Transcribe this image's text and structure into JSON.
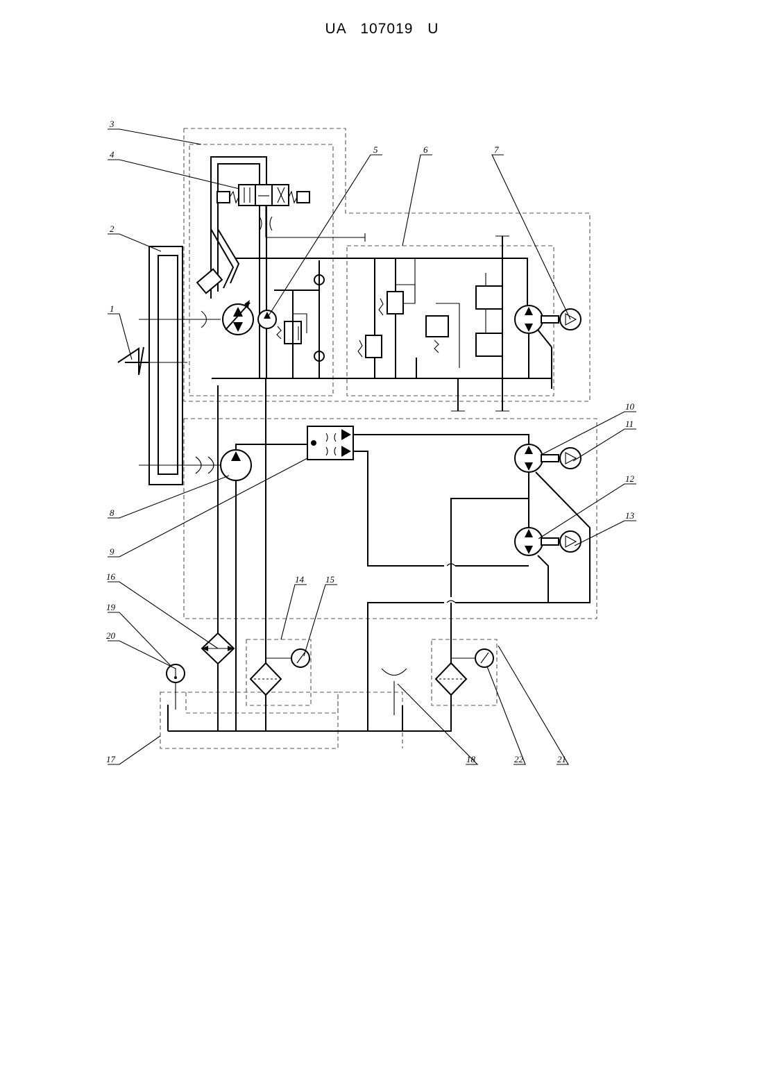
{
  "header": {
    "document_number": "UA   107019   U"
  },
  "callouts": [
    {
      "id": "1",
      "text": "1"
    },
    {
      "id": "2",
      "text": "2"
    },
    {
      "id": "3",
      "text": "3"
    },
    {
      "id": "4",
      "text": "4"
    },
    {
      "id": "5",
      "text": "5"
    },
    {
      "id": "6",
      "text": "6"
    },
    {
      "id": "7",
      "text": "7"
    },
    {
      "id": "8",
      "text": "8"
    },
    {
      "id": "9",
      "text": "9"
    },
    {
      "id": "10",
      "text": "10"
    },
    {
      "id": "11",
      "text": "11"
    },
    {
      "id": "12",
      "text": "12"
    },
    {
      "id": "13",
      "text": "13"
    },
    {
      "id": "14",
      "text": "14"
    },
    {
      "id": "15",
      "text": "15"
    },
    {
      "id": "16",
      "text": "16"
    },
    {
      "id": "17",
      "text": "17"
    },
    {
      "id": "18",
      "text": "18"
    },
    {
      "id": "19",
      "text": "19"
    },
    {
      "id": "20",
      "text": "20"
    },
    {
      "id": "21",
      "text": "21"
    },
    {
      "id": "22",
      "text": "22"
    }
  ]
}
